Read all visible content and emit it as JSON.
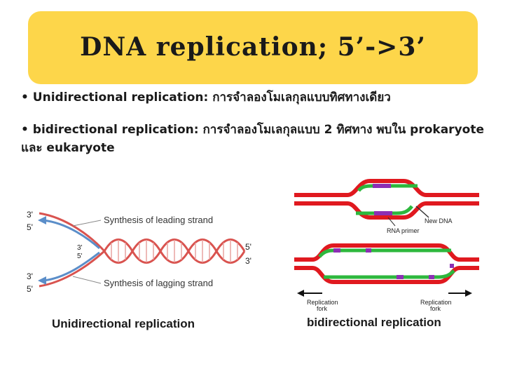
{
  "title": "DNA replication; 5’->3’",
  "bullets": [
    {
      "marker": "•",
      "term": "Unidirectional replication:",
      "text": " การจำลองโมเลกุลแบบทิศทางเดียว"
    },
    {
      "marker": "•",
      "term": "bidirectional replication:",
      "text": " การจำลองโมเลกุลแบบ 2 ทิศทาง พบใน prokaryote และ eukaryote"
    }
  ],
  "left_diagram": {
    "leading_label": "Synthesis of leading strand",
    "lagging_label": "Synthesis of lagging strand",
    "end_labels": {
      "top_left_a": "3'",
      "top_left_b": "5'",
      "mid_a": "3'",
      "mid_b": "5'",
      "bottom_left_a": "3'",
      "bottom_left_b": "5'",
      "right_top": "5'",
      "right_bottom": "3'"
    },
    "caption": "Unidirectional replication"
  },
  "right_diagram": {
    "new_dna_label": "New DNA",
    "rna_primer_label": "RNA primer",
    "fork_left_label_1": "Replication",
    "fork_left_label_2": "fork",
    "fork_right_label_1": "Replication",
    "fork_right_label_2": "fork",
    "caption": "bidirectional replication"
  },
  "colors": {
    "banner": "#fdd64a",
    "parent_strand": "#e0191f",
    "new_strand": "#2db83d",
    "rna_primer": "#8c2fb4",
    "leading_blue": "#5b8ec9",
    "helix_red": "#d9534f"
  }
}
